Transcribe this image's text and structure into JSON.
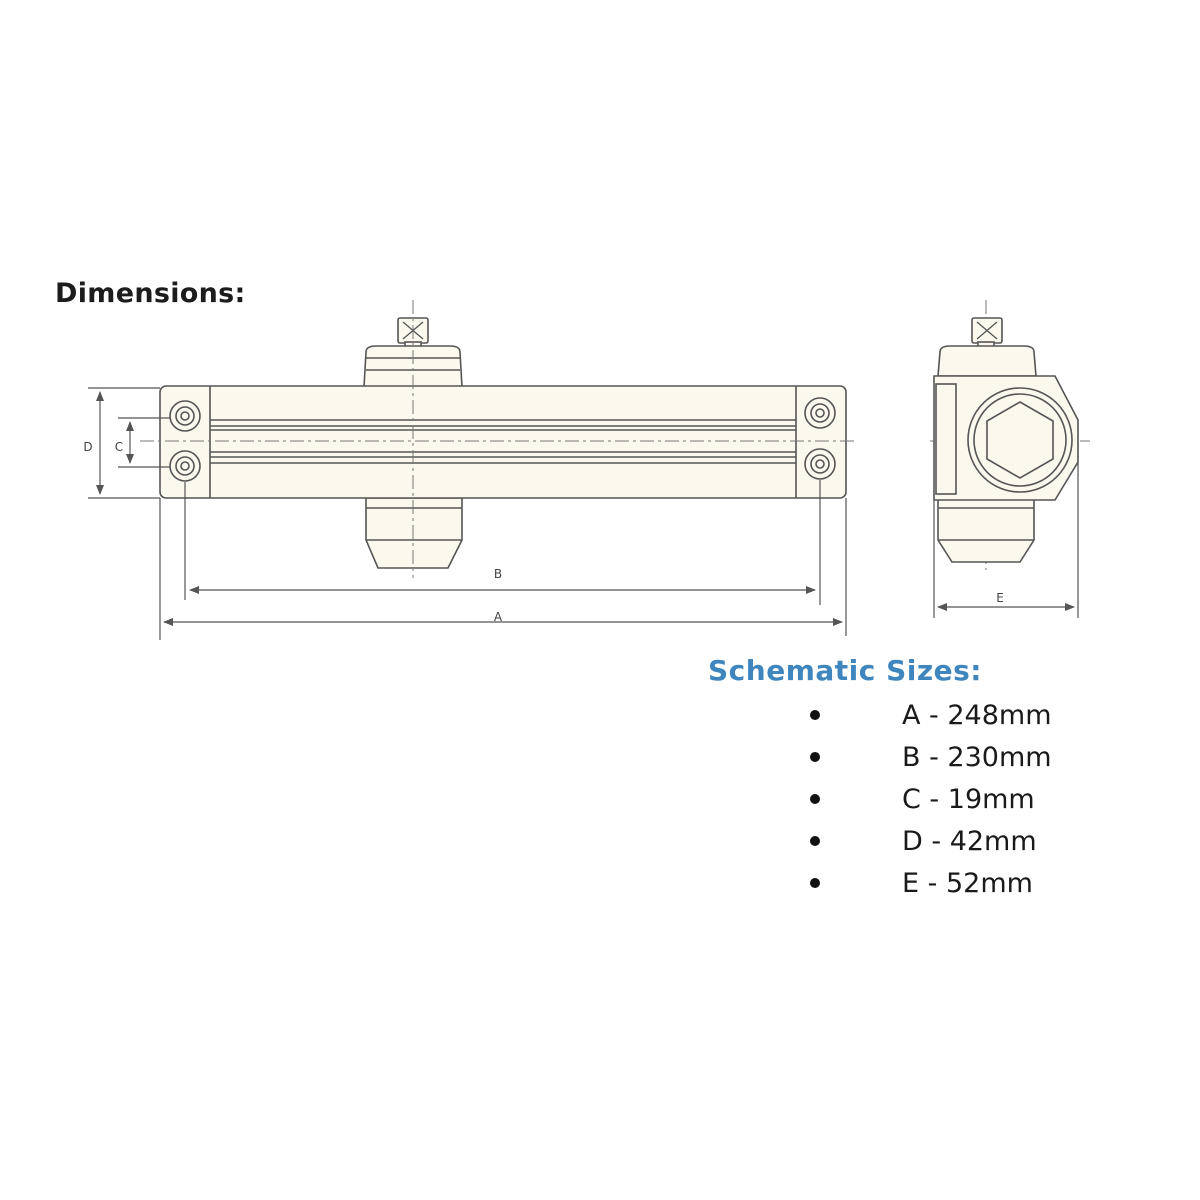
{
  "heading": "Dimensions:",
  "labels": {
    "A": "A",
    "B": "B",
    "C": "C",
    "D": "D",
    "E": "E"
  },
  "schematic": {
    "title": "Schematic Sizes:",
    "items": [
      {
        "text": "A - 248mm"
      },
      {
        "text": "B - 230mm"
      },
      {
        "text": "C - 19mm"
      },
      {
        "text": "D - 42mm"
      },
      {
        "text": "E - 52mm"
      }
    ]
  },
  "colors": {
    "title_blue": "#3f86be",
    "line": "#555555",
    "fill": "#fbf8ee"
  }
}
